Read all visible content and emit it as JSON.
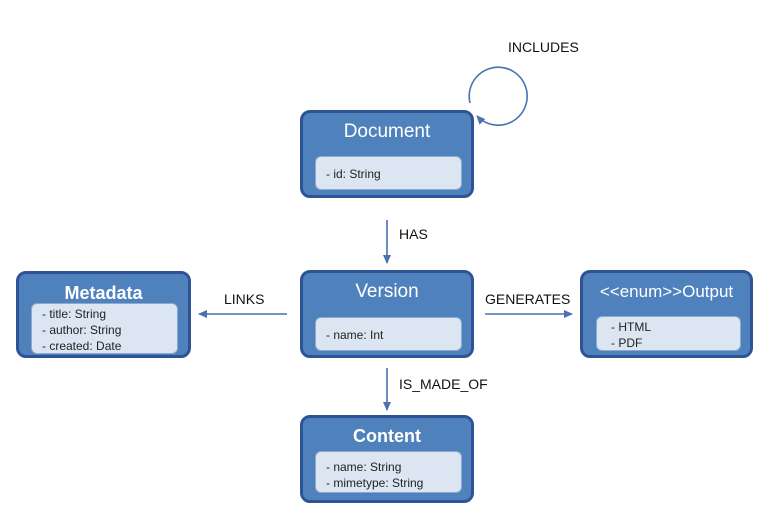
{
  "colors": {
    "node_fill": "#4f81bd",
    "node_border": "#2f5496",
    "field_fill": "#dce6f2",
    "edge": "#4a72b0"
  },
  "nodes": {
    "document": {
      "title": "Document",
      "fields": [
        "-  id: String"
      ]
    },
    "version": {
      "title": "Version",
      "fields": [
        "-  name: Int"
      ]
    },
    "metadata": {
      "title": "Metadata",
      "fields": [
        "-  title: String",
        "-  author: String",
        "-  created: Date"
      ]
    },
    "output": {
      "title": "<<enum>>Output",
      "fields": [
        "-  HTML",
        "-  PDF"
      ]
    },
    "content": {
      "title": "Content",
      "fields": [
        "-  name: String",
        "-  mimetype: String"
      ]
    }
  },
  "edges": {
    "includes": "INCLUDES",
    "has": "HAS",
    "links": "LINKS",
    "generates": "GENERATES",
    "is_made_of": "IS_MADE_OF"
  }
}
